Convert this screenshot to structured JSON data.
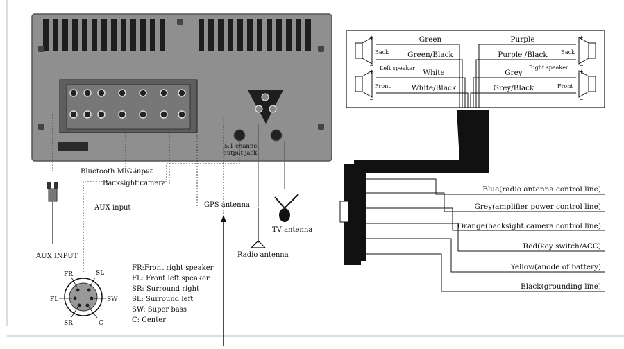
{
  "head_unit": {
    "jack_label": "5.1 channel output jack",
    "jack_label_line1": "5.1 channel",
    "jack_label_line2": "output jack"
  },
  "left_labels": {
    "bluetooth_mic": "Bluetooth MIC input",
    "backsight_camera": "Backsight camera",
    "aux_input": "AUX input",
    "aux_input_plug": "AUX INPUT",
    "gps_antenna": "GPS antenna",
    "radio_antenna": "Radio antenna",
    "tv_antenna": "TV antenna"
  },
  "connector_pins": [
    "FR",
    "SL",
    "FL",
    "SW",
    "SR",
    "C"
  ],
  "legend": [
    "FR:Front right speaker",
    "FL: Front left speaker",
    "SR: Surround right",
    "SL: Surround left",
    "SW: Super bass",
    "C: Center"
  ],
  "speakers": {
    "left_label": "Left speaker",
    "right_label": "Right speaker",
    "back": "Back",
    "front": "Front",
    "wires_left": [
      "Green",
      "Green/Black",
      "White",
      "White/Black"
    ],
    "wires_right": [
      "Purple",
      "Purple /Black",
      "Grey",
      "Grey/Black"
    ]
  },
  "harness_lines": [
    "Blue(radio antenna control line)",
    "Grey(amplifier power control line)",
    "Orange(backsight camera control line)",
    "Red(key switch/ACC)",
    "Yellow(anode of battery)",
    "Black(grounding line)"
  ]
}
